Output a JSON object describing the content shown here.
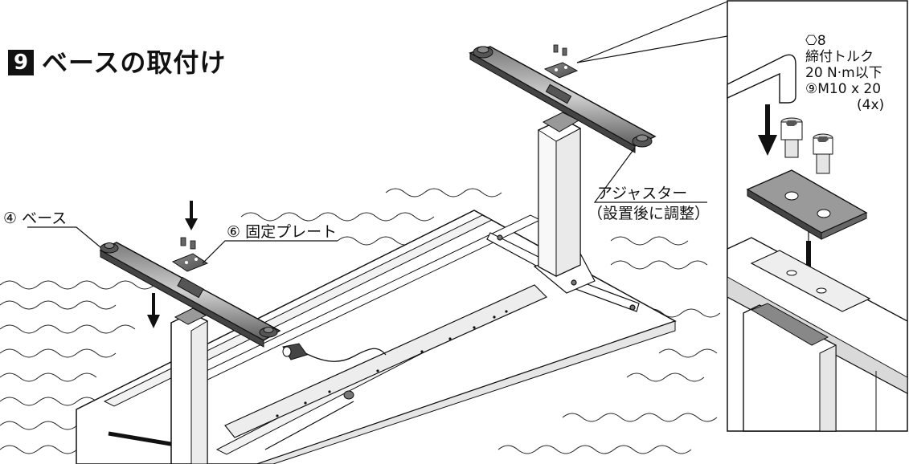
{
  "step": {
    "number": "9",
    "title": "ベースの取付け"
  },
  "labels": {
    "base": "④ ベース",
    "fixing_plate": "⑥ 固定プレート",
    "adjuster": "アジャスター",
    "adjuster_note": "（設置後に調整）"
  },
  "callout": {
    "hex_size": "⎔8",
    "torque_label": "締付トルク",
    "torque_value": "20 N·m以下",
    "bolt_spec": "⑨M10 x 20",
    "quantity": "(4x)"
  },
  "colors": {
    "ink": "#111111",
    "metal_dark": "#555555",
    "metal_mid": "#9a9a9a",
    "metal_light": "#d6d6d6",
    "paper": "#ffffff",
    "step_badge": "#111111"
  }
}
